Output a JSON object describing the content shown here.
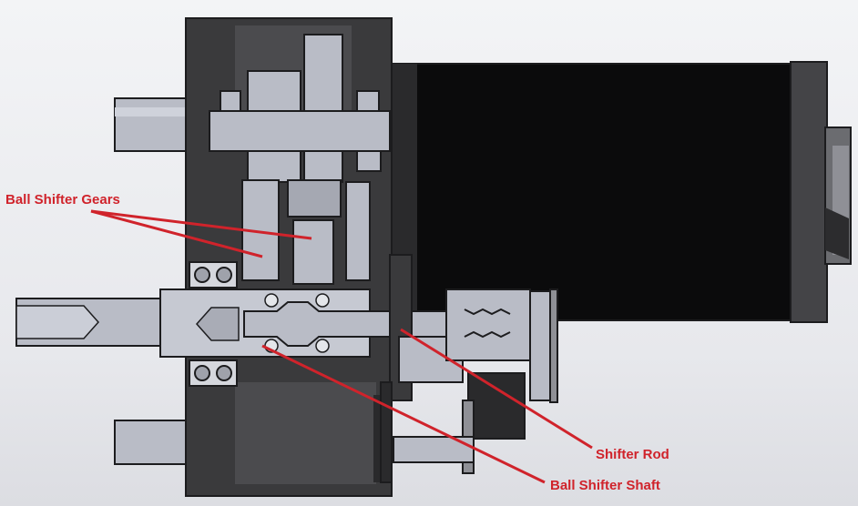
{
  "colors": {
    "label": "#d0232b",
    "housing": "#3a3a3c",
    "steel": "#b9bcc6",
    "motor": "#0b0b0c",
    "outline": "#1c1c1e"
  },
  "labels": {
    "ball_shifter_gears": "Ball Shifter Gears",
    "shifter_rod": "Shifter Rod",
    "ball_shifter_shaft": "Ball Shifter Shaft"
  }
}
